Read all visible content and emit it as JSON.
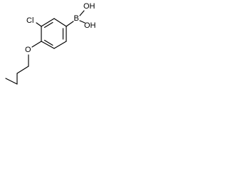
{
  "molecule": {
    "labels": {
      "boron": "B",
      "hydroxyl_top": "OH",
      "hydroxyl_right": "OH",
      "chlorine": "Cl",
      "ether_oxygen": "O"
    }
  }
}
